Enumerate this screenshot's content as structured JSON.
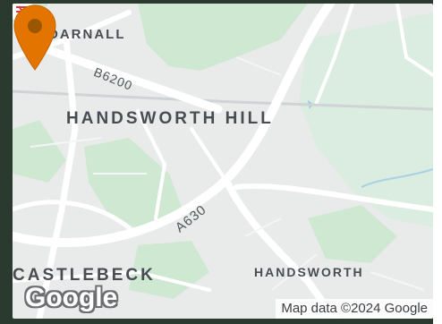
{
  "map": {
    "labels": {
      "darnall": "DARNALL",
      "handsworth_hill": "HANDSWORTH HILL",
      "castlebeck": "CASTLEBECK",
      "handsworth": "HANDSWORTH"
    },
    "roads": {
      "b6200": "B6200",
      "a630": "A630"
    },
    "icons": {
      "rail": "railway-station-icon",
      "pin": "location-pin-icon"
    },
    "colors": {
      "pin": "#e37400",
      "pin_center": "#9a5700",
      "green": "#cfe8d2",
      "road": "#ffffff",
      "land": "#e9ebea"
    }
  },
  "brand": {
    "logo": "Google"
  },
  "attribution": {
    "text": "Map data ©2024 Google"
  }
}
